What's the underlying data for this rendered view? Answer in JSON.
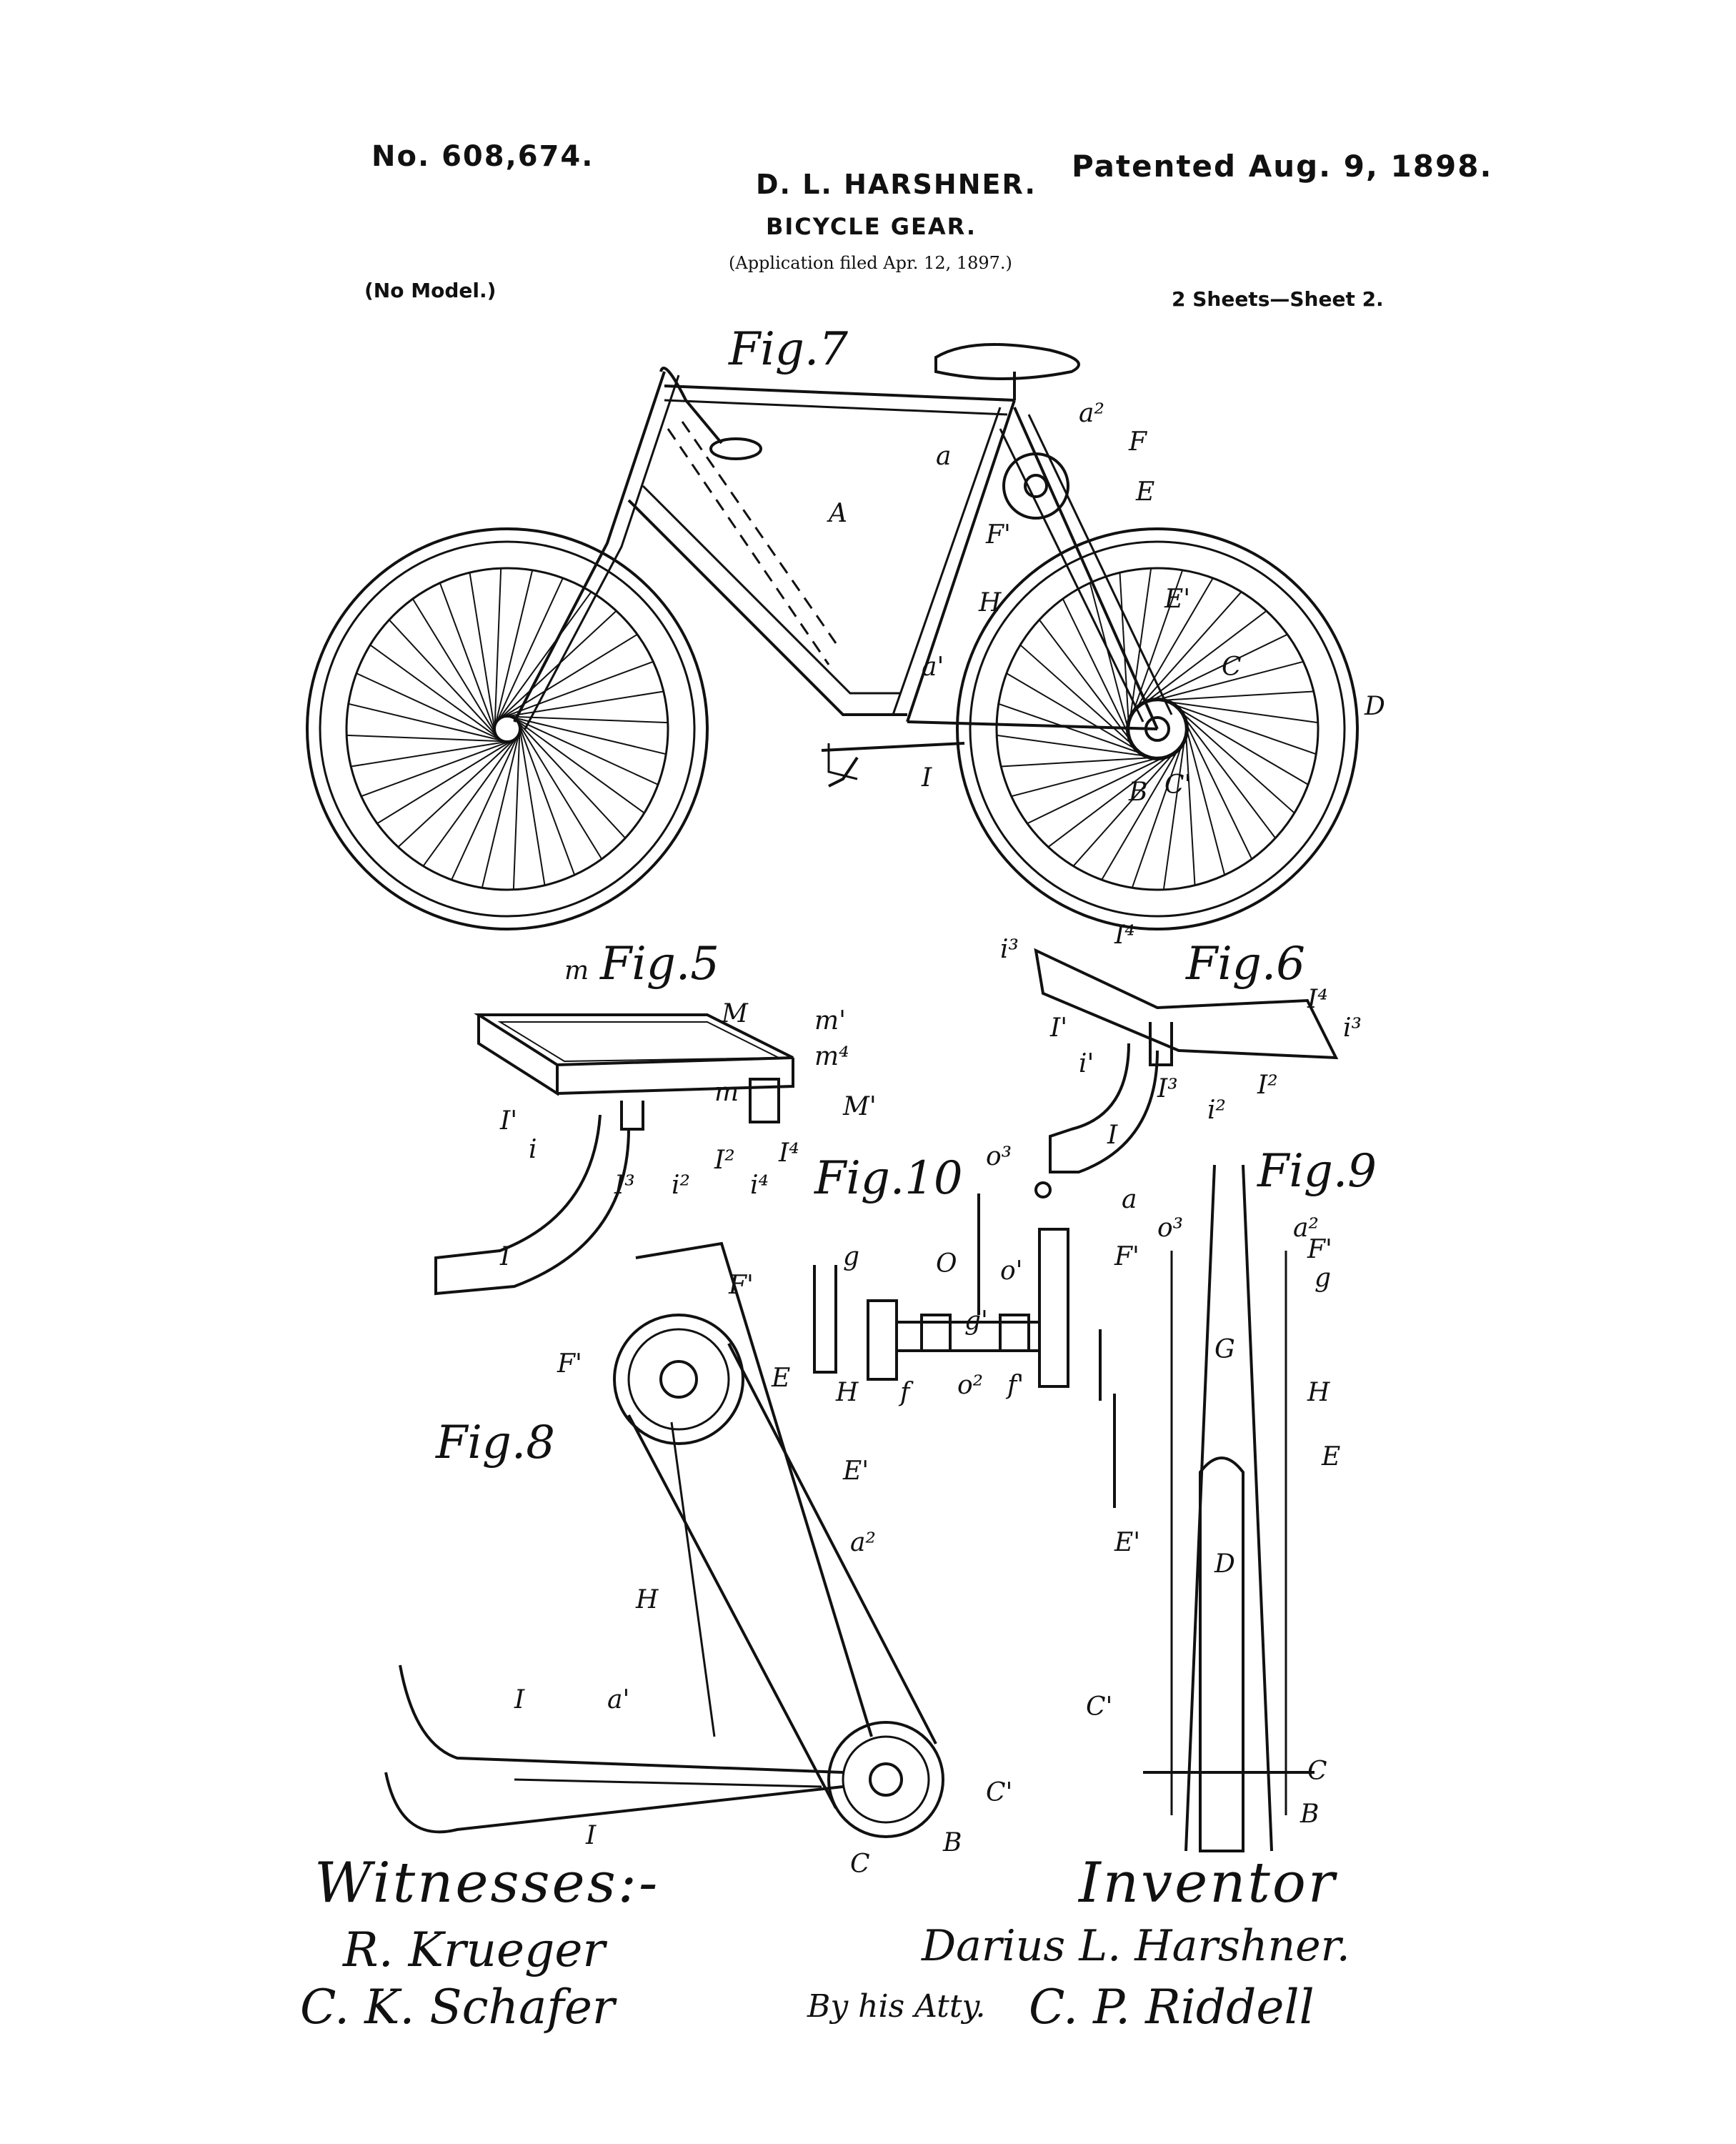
{
  "header": {
    "patent_number": "No. 608,674.",
    "patent_date": "Patented Aug. 9, 1898.",
    "inventor_name": "D. L. HARSHNER.",
    "title": "BICYCLE GEAR.",
    "application": "(Application filed Apr. 12, 1897.)",
    "model": "(No Model.)",
    "sheets": "2 Sheets—Sheet 2."
  },
  "figures": {
    "fig7": "Fig.7",
    "fig5": "Fig.5",
    "fig6": "Fig.6",
    "fig10": "Fig.10",
    "fig9": "Fig.9",
    "fig8": "Fig.8"
  },
  "labels": {
    "A": "A",
    "a": "a",
    "a1": "a'",
    "a2": "a²",
    "B": "B",
    "C": "C",
    "C1": "C'",
    "D": "D",
    "E": "E",
    "E1": "E'",
    "F": "F",
    "F1": "F'",
    "G": "G",
    "H": "H",
    "I": "I",
    "I1": "I'",
    "I2": "I²",
    "I3": "I³",
    "I4": "I⁴",
    "i": "i",
    "i1": "i'",
    "i2": "i²",
    "i3": "i³",
    "i4": "i⁴",
    "M": "M",
    "M1": "M'",
    "m": "m",
    "m1": "m'",
    "m4": "m⁴",
    "O": "O",
    "o1": "o'",
    "o2": "o²",
    "o3": "o³",
    "f": "f",
    "f1": "f'",
    "g": "g",
    "g1": "g'"
  },
  "signatures": {
    "witnesses_heading": "Witnesses:-",
    "inventor_heading": "Inventor",
    "witness_1": "R. Krueger",
    "witness_2": "C. K. Schafer",
    "inventor_signature": "Darius L. Harshner.",
    "attorney_prefix": "By his Atty.",
    "attorney_signature": "C. P. Riddell"
  }
}
